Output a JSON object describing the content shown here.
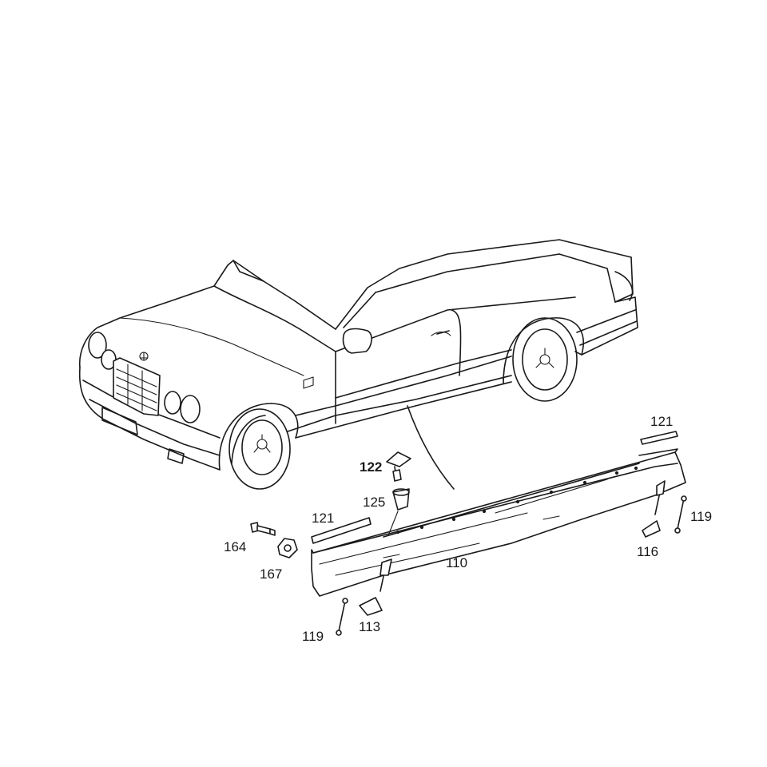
{
  "callouts": {
    "c121_right": "121",
    "c121_left": "121",
    "c122": "122",
    "c125": "125",
    "c164": "164",
    "c167": "167",
    "c110": "110",
    "c116": "116",
    "c119_right": "119",
    "c119_left": "119",
    "c113": "113"
  }
}
